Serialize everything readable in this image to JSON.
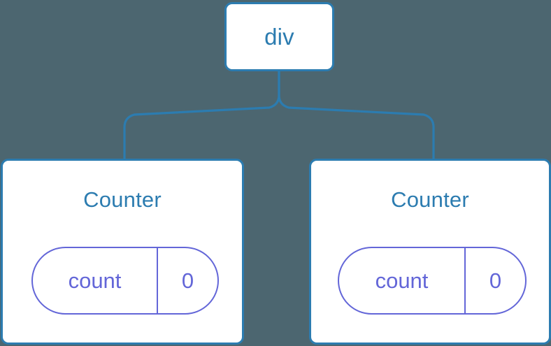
{
  "diagram": {
    "type": "component-tree",
    "background_color": "#4c6670",
    "node_border_color": "#2c7cb0",
    "node_fill_color": "#ffffff",
    "connector_color": "#2c7cb0",
    "state_accent_color": "#6366d8"
  },
  "root": {
    "label": "div"
  },
  "children": [
    {
      "title": "Counter",
      "state": {
        "key": "count",
        "value": "0"
      }
    },
    {
      "title": "Counter",
      "state": {
        "key": "count",
        "value": "0"
      }
    }
  ]
}
